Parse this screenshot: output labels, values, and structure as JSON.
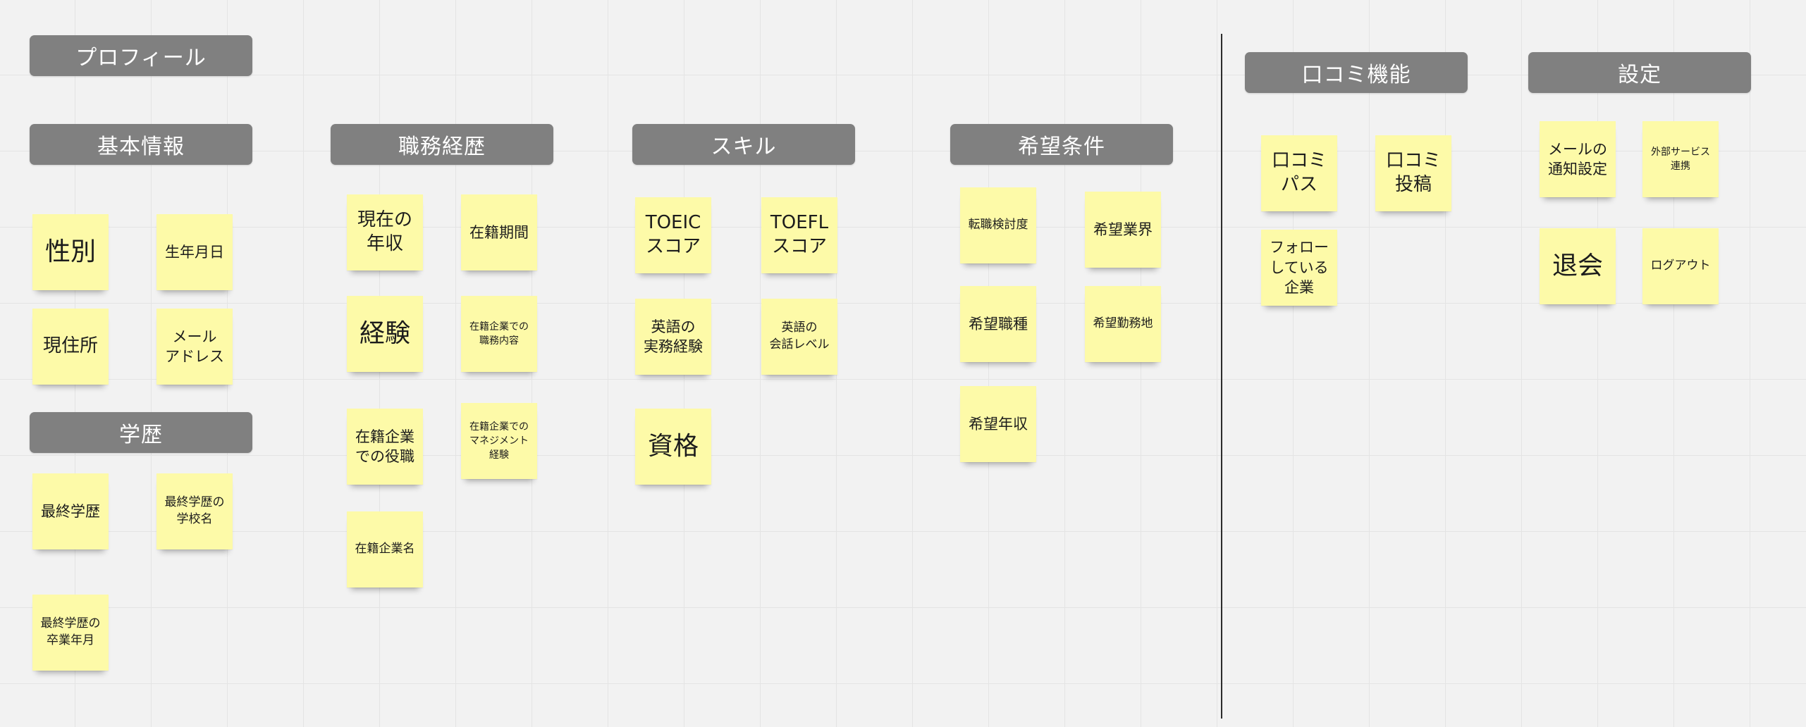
{
  "headers": {
    "profile": "プロフィール",
    "basic_info": "基本情報",
    "education": "学歴",
    "career": "職務経歴",
    "skills": "スキル",
    "preferences": "希望条件",
    "reviews": "口コミ機能",
    "settings": "設定"
  },
  "notes": {
    "gender": "性別",
    "birthdate": "生年月日",
    "address": "現住所",
    "email": "メール\nアドレス",
    "final_education": "最終学歴",
    "school_name": "最終学歴の\n学校名",
    "graduation_date": "最終学歴の\n卒業年月",
    "current_salary": "現在の\n年収",
    "tenure": "在籍期間",
    "experience": "経験",
    "job_duties": "在籍企業での\n職務内容",
    "position": "在籍企業\nでの役職",
    "management_experience": "在籍企業での\nマネジメント\n経験",
    "company_name": "在籍企業名",
    "toeic": "TOEIC\nスコア",
    "toefl": "TOEFL\nスコア",
    "english_work": "英語の\n実務経験",
    "english_conversation": "英語の\n会話レベル",
    "certifications": "資格",
    "job_change_level": "転職検討度",
    "desired_industry": "希望業界",
    "desired_job_type": "希望職種",
    "desired_location": "希望勤務地",
    "desired_salary": "希望年収",
    "review_pass": "口コミ\nパス",
    "review_post": "口コミ\n投稿",
    "followed_companies": "フォロー\nしている\n企業",
    "email_notifications": "メールの\n通知設定",
    "external_services": "外部サービス\n連携",
    "withdraw": "退会",
    "logout": "ログアウト"
  },
  "colors": {
    "header_bg": "#808080",
    "header_text": "#ffffff",
    "sticky_note": "#fdfaa8",
    "divider": "#2b2b2b",
    "canvas": "#f2f2f2"
  }
}
